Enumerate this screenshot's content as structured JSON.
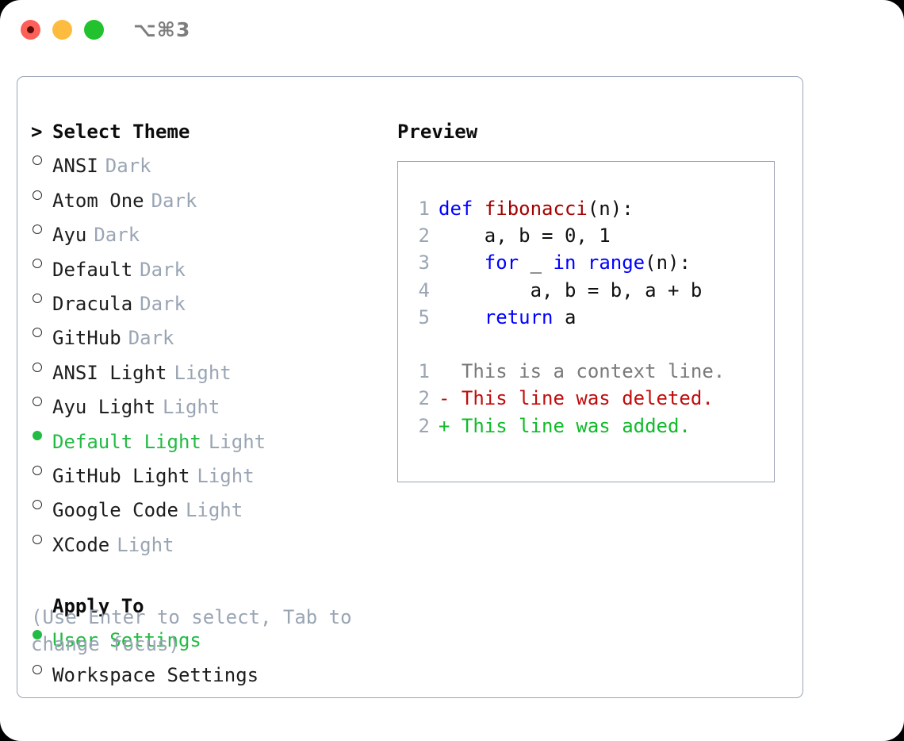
{
  "window": {
    "traffic_lights": [
      "close",
      "minimize",
      "maximize"
    ],
    "shortcut": "⌥⌘3"
  },
  "theme_list": {
    "header": {
      "marker": ">",
      "label": "Select Theme"
    },
    "items": [
      {
        "marker": "hollow",
        "label": "ANSI",
        "tag": "Dark",
        "selected": false
      },
      {
        "marker": "hollow",
        "label": "Atom One",
        "tag": "Dark",
        "selected": false
      },
      {
        "marker": "hollow",
        "label": "Ayu",
        "tag": "Dark",
        "selected": false
      },
      {
        "marker": "hollow",
        "label": "Default",
        "tag": "Dark",
        "selected": false
      },
      {
        "marker": "hollow",
        "label": "Dracula",
        "tag": "Dark",
        "selected": false
      },
      {
        "marker": "hollow",
        "label": "GitHub",
        "tag": "Dark",
        "selected": false
      },
      {
        "marker": "hollow",
        "label": "ANSI Light",
        "tag": "Light",
        "selected": false
      },
      {
        "marker": "hollow",
        "label": "Ayu Light",
        "tag": "Light",
        "selected": false
      },
      {
        "marker": "filled",
        "label": "Default Light",
        "tag": "Light",
        "selected": true
      },
      {
        "marker": "hollow",
        "label": "GitHub Light",
        "tag": "Light",
        "selected": false
      },
      {
        "marker": "hollow",
        "label": "Google Code",
        "tag": "Light",
        "selected": false
      },
      {
        "marker": "hollow",
        "label": "XCode",
        "tag": "Light",
        "selected": false
      }
    ]
  },
  "apply_to": {
    "header": {
      "marker": "blank",
      "label": "Apply To"
    },
    "items": [
      {
        "marker": "filled",
        "label": "User Settings",
        "selected": true
      },
      {
        "marker": "hollow",
        "label": "Workspace Settings",
        "selected": false
      }
    ]
  },
  "hint": "(Use Enter to select, Tab to change focus)",
  "preview": {
    "title": "Preview",
    "code_lines": [
      {
        "num": "1",
        "tokens": [
          {
            "t": "def",
            "c": "kw"
          },
          {
            "t": " ",
            "c": "pl"
          },
          {
            "t": "fibonacci",
            "c": "fn"
          },
          {
            "t": "(n):",
            "c": "pl"
          }
        ]
      },
      {
        "num": "2",
        "tokens": [
          {
            "t": "    a, b = 0, 1",
            "c": "pl"
          }
        ]
      },
      {
        "num": "3",
        "tokens": [
          {
            "t": "    ",
            "c": "pl"
          },
          {
            "t": "for",
            "c": "kw"
          },
          {
            "t": " _ ",
            "c": "pl"
          },
          {
            "t": "in",
            "c": "kw"
          },
          {
            "t": " ",
            "c": "pl"
          },
          {
            "t": "range",
            "c": "kw"
          },
          {
            "t": "(n):",
            "c": "pl"
          }
        ]
      },
      {
        "num": "4",
        "tokens": [
          {
            "t": "        a, b = b, a + b",
            "c": "pl"
          }
        ]
      },
      {
        "num": "5",
        "tokens": [
          {
            "t": "    ",
            "c": "pl"
          },
          {
            "t": "return",
            "c": "kw"
          },
          {
            "t": " a",
            "c": "pl"
          }
        ]
      }
    ],
    "diff_lines": [
      {
        "num": "1",
        "tokens": [
          {
            "t": "  This is a context line.",
            "c": "ctx"
          }
        ]
      },
      {
        "num": "2",
        "tokens": [
          {
            "t": "- This line was deleted.",
            "c": "del"
          }
        ]
      },
      {
        "num": "2",
        "tokens": [
          {
            "t": "+ This line was added.",
            "c": "add"
          }
        ]
      }
    ]
  },
  "colors": {
    "accent_green": "#22bb44",
    "muted": "#9aa5b4",
    "keyword_blue": "#0000ff",
    "function_red": "#a40000",
    "diff_delete": "#c10d0d",
    "diff_add": "#11bb2a",
    "border": "#9aa5b4"
  }
}
